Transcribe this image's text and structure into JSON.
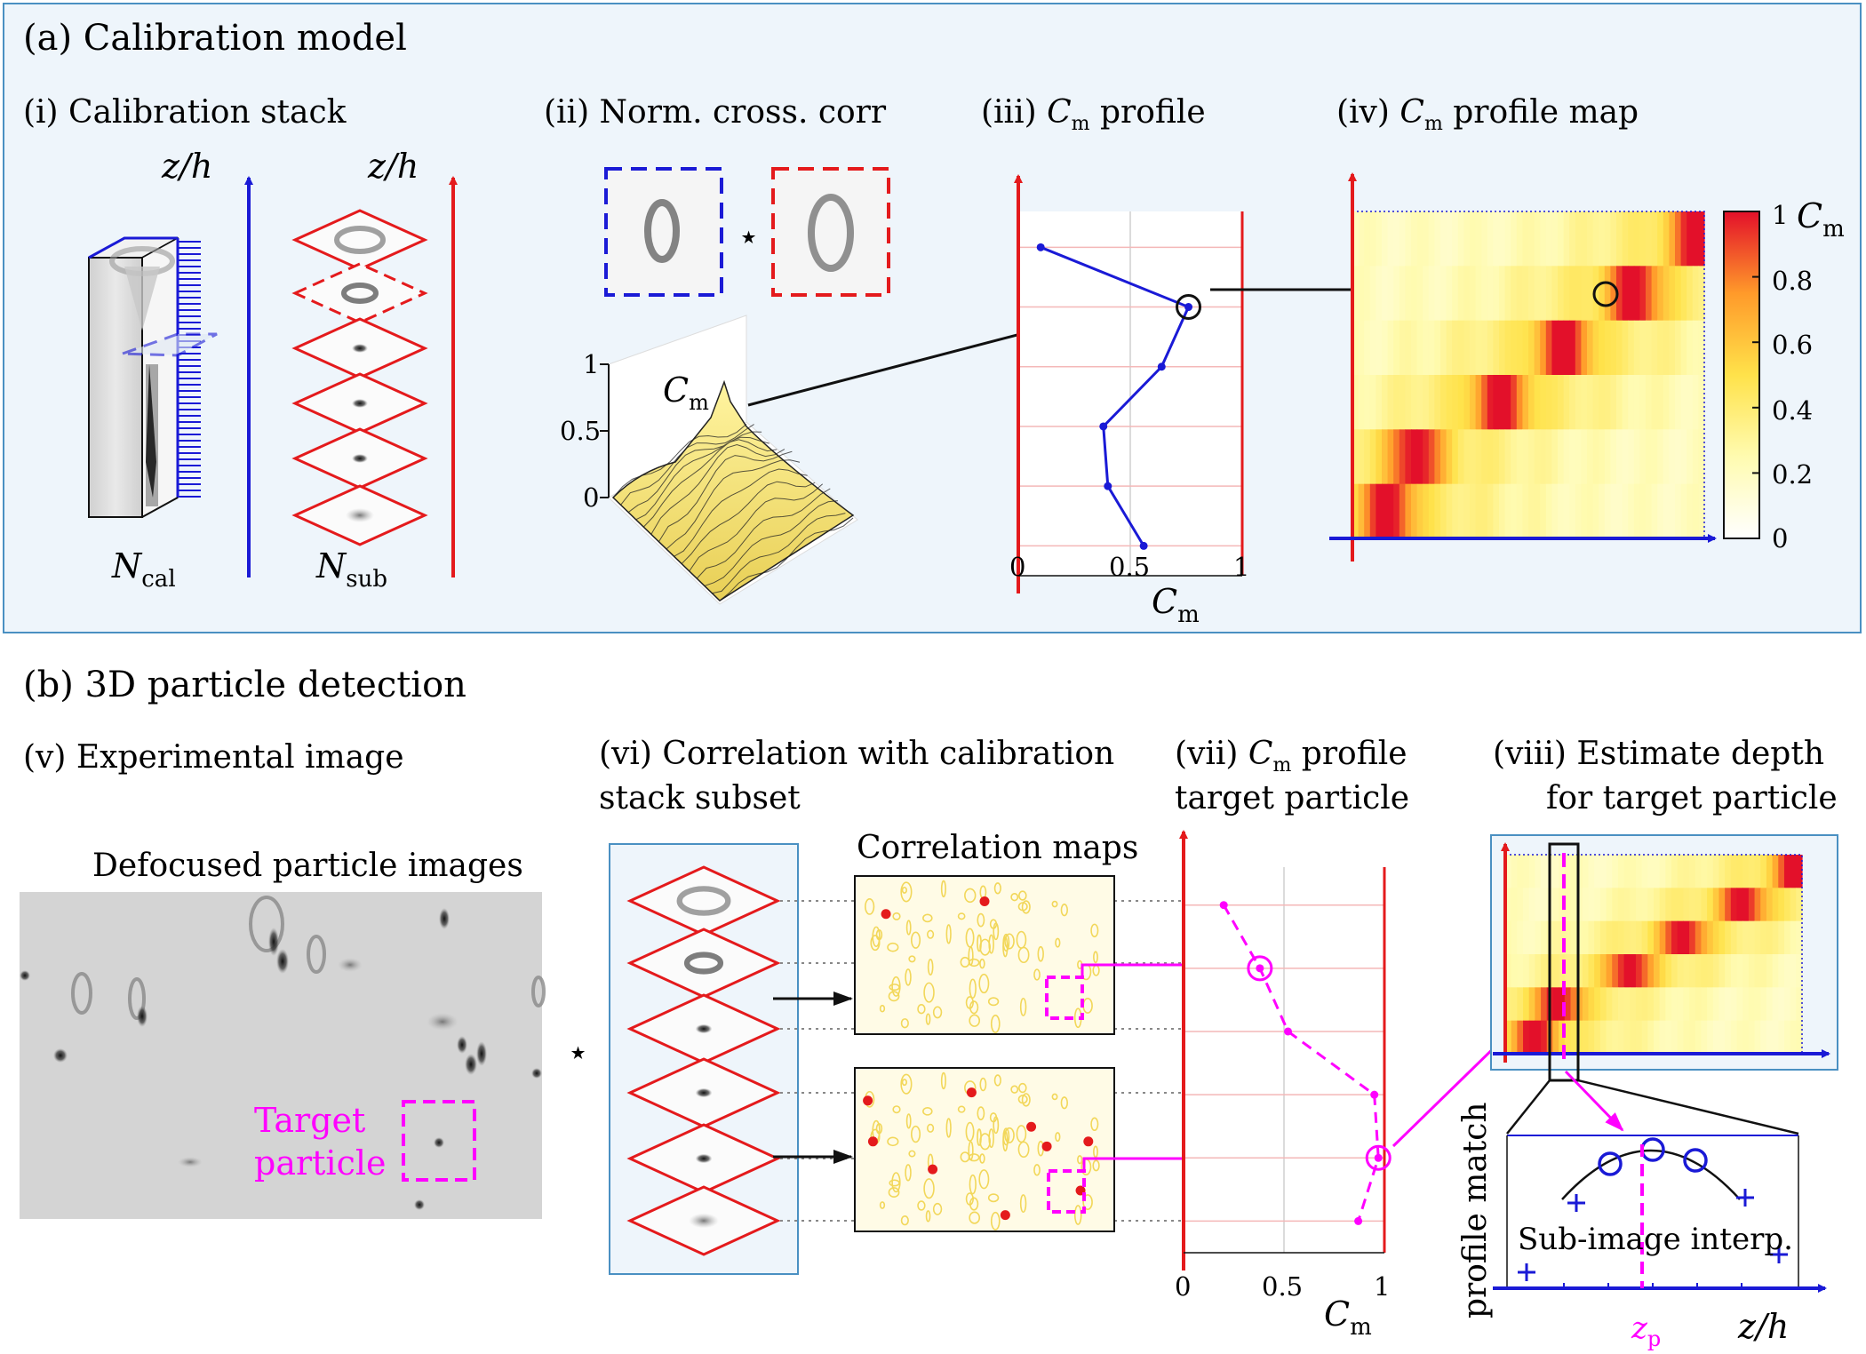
{
  "panel_a": {
    "title": "(a) Calibration model",
    "i": {
      "title": "(i) Calibration stack",
      "axis_blue": "z/h",
      "axis_red": "z/h",
      "n_cal": "N",
      "n_cal_sub": "cal",
      "n_sub": "N",
      "n_sub_sub": "sub"
    },
    "ii": {
      "title": "(ii) Norm. cross. corr",
      "star": "⋆",
      "cm_label": "C",
      "cm_sub": "m",
      "zticks": [
        "1",
        "0.5",
        "0"
      ]
    },
    "iii": {
      "title_pre": "(iii) ",
      "title_c": "C",
      "title_sub": "m",
      "title_post": " profile",
      "xticks": [
        "0",
        "0.5",
        "1"
      ],
      "xlabel": "C",
      "xlabel_sub": "m",
      "profile": [
        0.1,
        0.76,
        0.64,
        0.38,
        0.4,
        0.56
      ]
    },
    "iv": {
      "title_pre": "(iv) ",
      "title_c": "C",
      "title_sub": "m",
      "title_post": " profile map",
      "colorbar_ticks": [
        "1",
        "0.8",
        "0.6",
        "0.4",
        "0.2",
        "0"
      ],
      "colorbar_label": "C",
      "colorbar_sub": "m",
      "peak_positions": [
        0.98,
        0.8,
        0.6,
        0.42,
        0.18,
        0.1
      ]
    }
  },
  "panel_b": {
    "title": "(b) 3D particle detection",
    "v": {
      "title": "(v) Experimental image",
      "caption": "Defocused particle images",
      "target1": "Target",
      "target2": "particle"
    },
    "vi": {
      "title1": "(vi) Correlation with calibration",
      "title2": "stack subset",
      "maps_title": "Correlation maps",
      "star": "⋆"
    },
    "vii": {
      "title1_pre": "(vii) ",
      "title1_c": "C",
      "title1_sub": "m",
      "title1_post": " profile",
      "title2": "target particle",
      "xticks": [
        "0",
        "0.5",
        "1"
      ],
      "xlabel": "C",
      "xlabel_sub": "m",
      "profile": [
        0.2,
        0.38,
        0.52,
        0.95,
        0.97,
        0.87
      ]
    },
    "viii": {
      "title1": "(viii) Estimate depth",
      "title2": "for target particle",
      "interp_label": "Sub-image interp.",
      "ylabel": "profile match",
      "xlabel": "z/h",
      "zp": "z",
      "zp_sub": "p"
    }
  },
  "colors": {
    "blue": "#1a1ad6",
    "red": "#e41a1c",
    "magenta": "#ff00ff",
    "panel_bg": "#eef5fb",
    "panel_border": "#4a90c2"
  }
}
